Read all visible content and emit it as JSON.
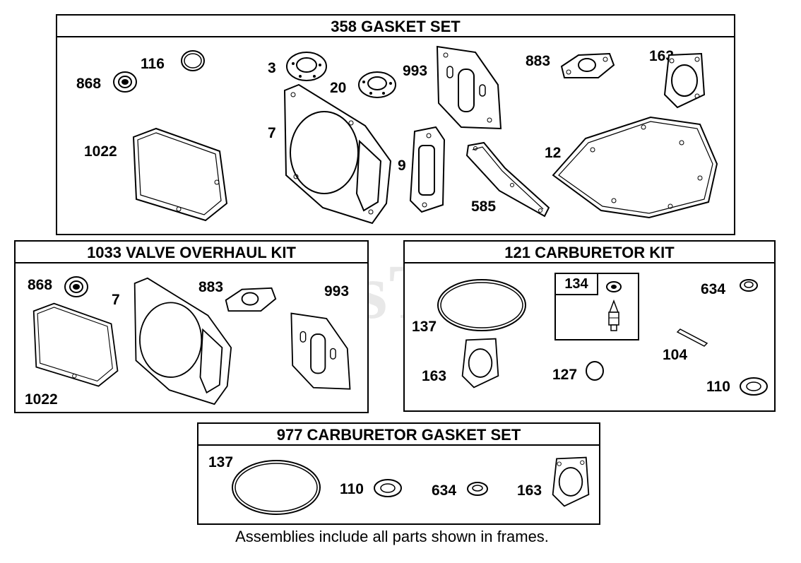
{
  "frames": {
    "gasket_set": {
      "title": "358 GASKET SET",
      "labels": {
        "p868": "868",
        "p116": "116",
        "p3": "3",
        "p20": "20",
        "p993": "993",
        "p883": "883",
        "p163": "163",
        "p1022": "1022",
        "p7": "7",
        "p9": "9",
        "p585": "585",
        "p12": "12"
      }
    },
    "valve_kit": {
      "title": "1033 VALVE OVERHAUL KIT",
      "labels": {
        "p868": "868",
        "p7": "7",
        "p883": "883",
        "p993": "993",
        "p1022": "1022"
      }
    },
    "carb_kit": {
      "title": "121 CARBURETOR KIT",
      "labels": {
        "p137": "137",
        "p134": "134",
        "p634": "634",
        "p104": "104",
        "p163": "163",
        "p127": "127",
        "p110": "110"
      }
    },
    "carb_gasket_set": {
      "title": "977 CARBURETOR  GASKET SET",
      "labels": {
        "p137": "137",
        "p110": "110",
        "p634": "634",
        "p163": "163"
      }
    }
  },
  "watermark": "PartsTree",
  "footer": "Assemblies include all parts shown in frames."
}
